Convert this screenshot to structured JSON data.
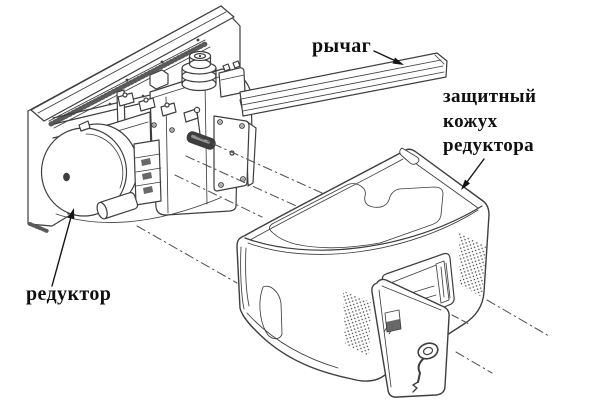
{
  "diagram": {
    "background_color": "#ffffff",
    "line_color": "#3e3e3e",
    "label_color": "#0f0f0f",
    "labels": {
      "lever": {
        "text": "рычаг"
      },
      "protective_casing": {
        "lines": [
          "защитный",
          "кожух",
          "редуктора"
        ]
      },
      "reducer": {
        "text": "редуктор"
      }
    }
  }
}
